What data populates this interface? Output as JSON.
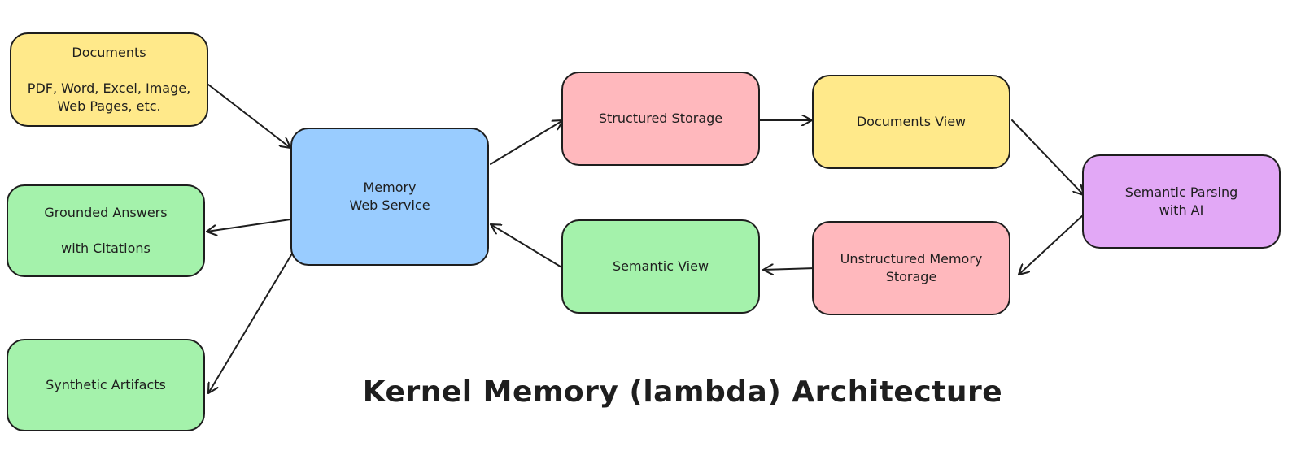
{
  "title": "Kernel Memory (lambda) Architecture",
  "nodes": {
    "documents": {
      "line1": "Documents",
      "line2": "PDF, Word, Excel, Image,",
      "line3": "Web Pages, etc."
    },
    "grounded_answers": {
      "line1": "Grounded Answers",
      "line2": "with Citations"
    },
    "synthetic_artifacts": {
      "line1": "Synthetic Artifacts"
    },
    "memory_web_service": {
      "line1": "Memory",
      "line2": "Web Service"
    },
    "structured_storage": {
      "line1": "Structured Storage"
    },
    "semantic_view": {
      "line1": "Semantic View"
    },
    "documents_view": {
      "line1": "Documents View"
    },
    "unstructured_memory_storage": {
      "line1": "Unstructured Memory",
      "line2": "Storage"
    },
    "semantic_parsing": {
      "line1": "Semantic Parsing",
      "line2": "with AI"
    }
  },
  "colors": {
    "yellow": "#ffe98a",
    "blue": "#99ccff",
    "pink": "#ffb8bd",
    "green": "#a4f2ab",
    "purple": "#e2a8f6",
    "stroke": "#1e1e1e"
  },
  "edges": [
    {
      "from": "documents",
      "to": "memory_web_service"
    },
    {
      "from": "memory_web_service",
      "to": "grounded_answers"
    },
    {
      "from": "memory_web_service",
      "to": "synthetic_artifacts"
    },
    {
      "from": "memory_web_service",
      "to": "structured_storage"
    },
    {
      "from": "structured_storage",
      "to": "documents_view"
    },
    {
      "from": "documents_view",
      "to": "semantic_parsing"
    },
    {
      "from": "semantic_parsing",
      "to": "unstructured_memory_storage"
    },
    {
      "from": "unstructured_memory_storage",
      "to": "semantic_view"
    },
    {
      "from": "semantic_view",
      "to": "memory_web_service"
    }
  ]
}
